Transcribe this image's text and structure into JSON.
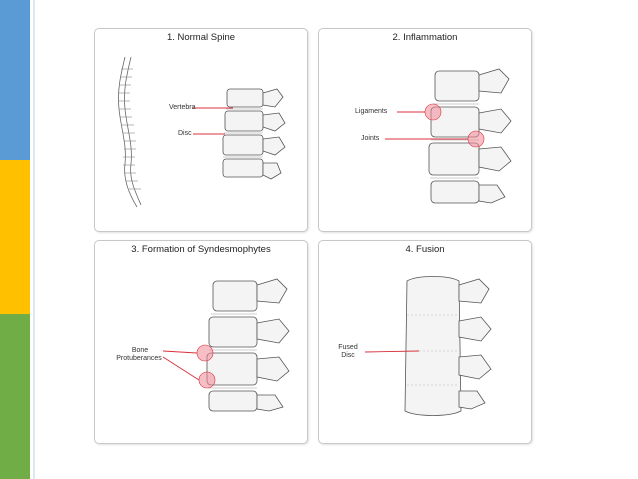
{
  "sidebar": {
    "colors": {
      "blue": "#5b9bd5",
      "yellow": "#ffc000",
      "green": "#70ad47"
    }
  },
  "panels": [
    {
      "title": "1. Normal Spine",
      "labels": {
        "vertebra": "Vertebra",
        "disc": "Disc"
      }
    },
    {
      "title": "2. Inflammation",
      "labels": {
        "ligaments": "Ligaments",
        "joints": "Joints"
      }
    },
    {
      "title": "3. Formation of Syndesmophytes",
      "labels": {
        "bone_line1": "Bone",
        "bone_line2": "Protuberances"
      }
    },
    {
      "title": "4. Fusion",
      "labels": {
        "fused_line1": "Fused",
        "fused_line2": "Disc"
      }
    }
  ],
  "colors": {
    "pointer": "#d9303a",
    "highlight": "#f08a95",
    "line": "#444444"
  }
}
